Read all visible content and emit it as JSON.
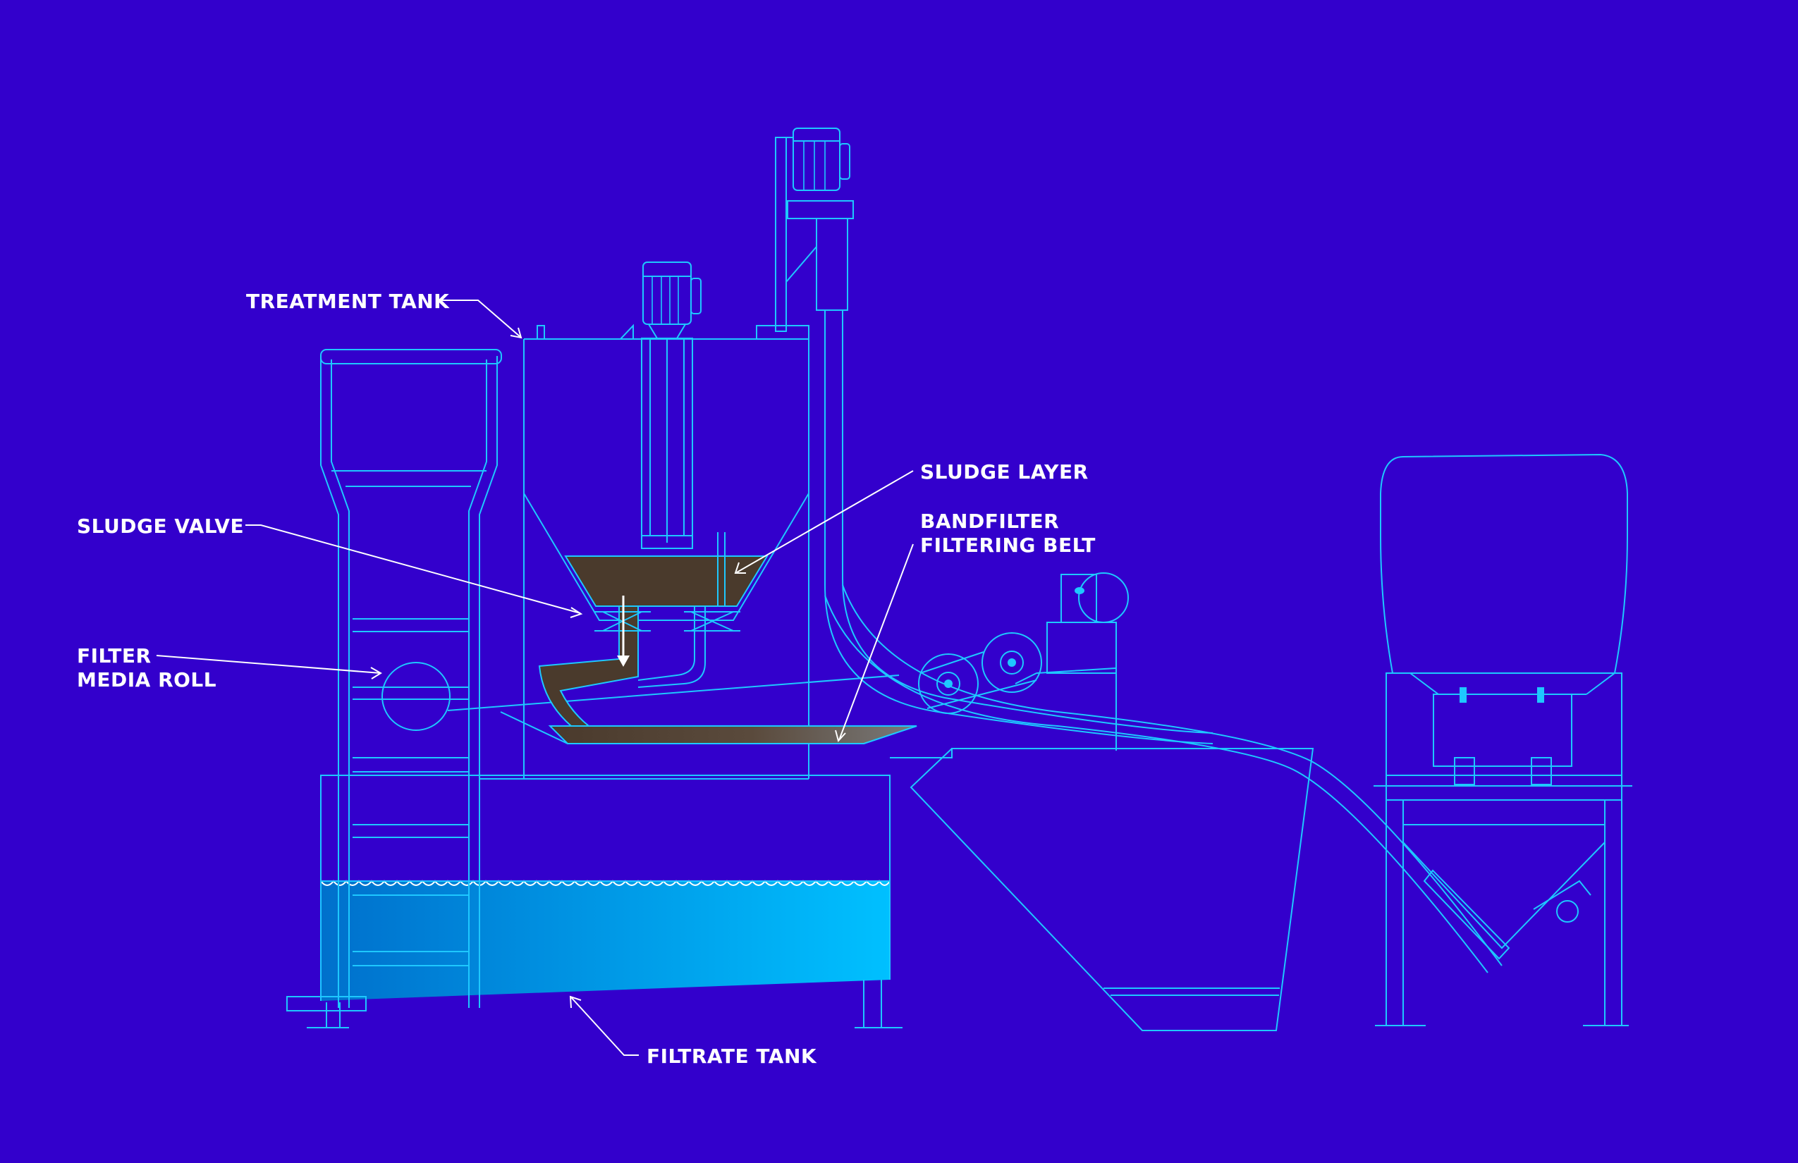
{
  "labels": {
    "treatment_tank": "TREATMENT TANK",
    "sludge_layer": "SLUDGE LAYER",
    "sludge_valve": "SLUDGE VALVE",
    "bandfilter_line1": "BANDFILTER",
    "bandfilter_line2": "FILTERING BELT",
    "filter_media_line1": "FILTER",
    "filter_media_line2": "MEDIA ROLL",
    "filtrate_tank": "FILTRATE TANK"
  },
  "colors": {
    "background": "#3300cc",
    "line": "#1ec8ff",
    "sludge": "#4a3a2c",
    "water_light": "#00c0ff",
    "water_dark": "#0070cc",
    "leader": "#ffffff"
  }
}
